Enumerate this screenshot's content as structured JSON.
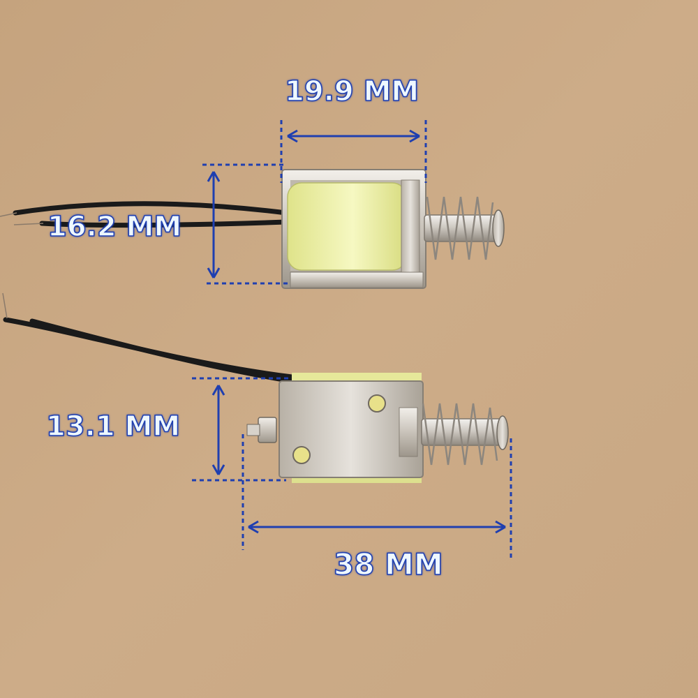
{
  "dimensions": {
    "width_label": "19.9 MM",
    "height_label": "16.2 MM",
    "depth_label": "13.1 MM",
    "length_label": "38 MM"
  },
  "colors": {
    "background": "#c9a884",
    "dimension_line": "#1f3fb0",
    "coil_yellow": "#f0f3a6",
    "metal": "#d6d2cb"
  }
}
